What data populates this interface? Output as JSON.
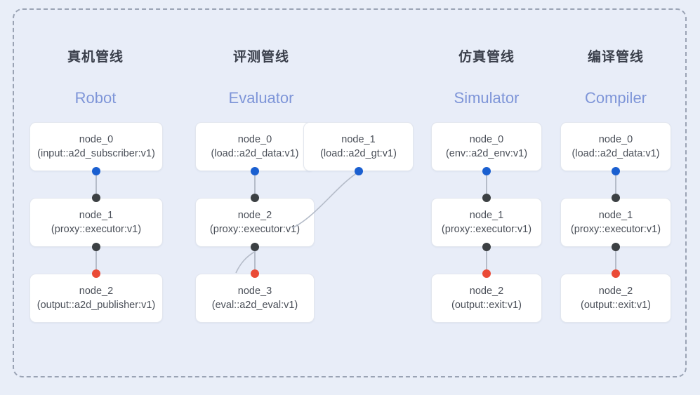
{
  "diagram": {
    "background_color": "#e9eef8",
    "panel_color": "#e8edf8",
    "border_color": "#9aa3b4",
    "accent_blue": "#7e95d8",
    "dot_blue": "#1a5fd0",
    "dot_black": "#3c4043",
    "dot_red": "#ea4a36"
  },
  "columns": [
    {
      "title_cn": "真机管线",
      "title_en": "Robot",
      "nodes": [
        {
          "name": "node_0",
          "spec": "(input::a2d_subscriber:v1)"
        },
        {
          "name": "node_1",
          "spec": "(proxy::executor:v1)"
        },
        {
          "name": "node_2",
          "spec": "(output::a2d_publisher:v1)"
        }
      ]
    },
    {
      "title_cn": "评测管线",
      "title_en": "Evaluator",
      "nodes": [
        {
          "name": "node_0",
          "spec": "(load::a2d_data:v1)"
        },
        {
          "name": "node_2",
          "spec": "(proxy::executor:v1)"
        },
        {
          "name": "node_3",
          "spec": "(eval::a2d_eval:v1)"
        }
      ],
      "side_node": {
        "name": "node_1",
        "spec": "(load::a2d_gt:v1)"
      }
    },
    {
      "title_cn": "仿真管线",
      "title_en": "Simulator",
      "nodes": [
        {
          "name": "node_0",
          "spec": "(env::a2d_env:v1)"
        },
        {
          "name": "node_1",
          "spec": "(proxy::executor:v1)"
        },
        {
          "name": "node_2",
          "spec": "(output::exit:v1)"
        }
      ]
    },
    {
      "title_cn": "编译管线",
      "title_en": "Compiler",
      "nodes": [
        {
          "name": "node_0",
          "spec": "(load::a2d_data:v1)"
        },
        {
          "name": "node_1",
          "spec": "(proxy::executor:v1)"
        },
        {
          "name": "node_2",
          "spec": "(output::exit:v1)"
        }
      ]
    }
  ]
}
